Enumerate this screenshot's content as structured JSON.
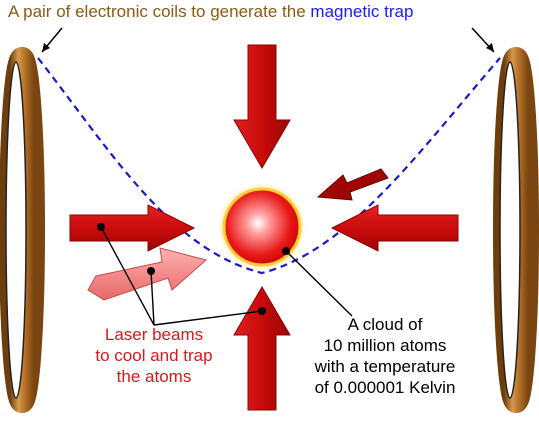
{
  "title": {
    "prefix": "A pair of electronic coils to generate the ",
    "highlight": "magnetic trap"
  },
  "laser_label": {
    "line1": "Laser beams",
    "line2": "to cool and trap",
    "line3": "the atoms"
  },
  "cloud_label": {
    "line1": "A cloud of",
    "line2": "10 million atoms",
    "line3": "with a temperature",
    "line4": "of 0.000001 Kelvin"
  },
  "colors": {
    "coil_copper": "#b8742a",
    "trap_curve": "#1a1acc",
    "laser_red": "#cc1010",
    "laser_pink": "#f07a7a",
    "title_text": "#8b5a14",
    "label_red": "#d41a1a"
  }
}
